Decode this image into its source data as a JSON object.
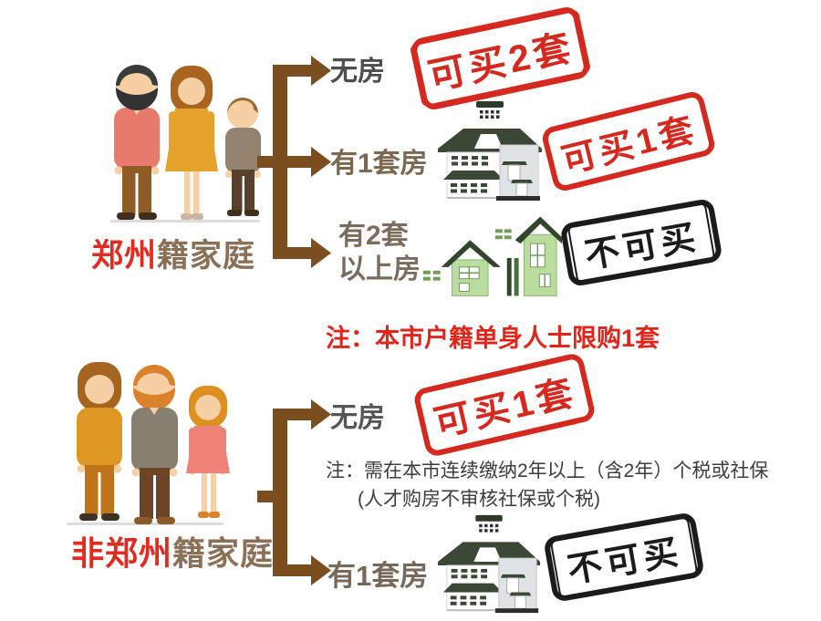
{
  "colors": {
    "stamp_red": "#d5281e",
    "stamp_black": "#1b1b1b",
    "arrow_brown": "#7b4e20",
    "label_highlight_red": "#e02b20",
    "label_brown": "#8a7057",
    "note_red": "#e2251b",
    "note_dark": "#3d3d3d",
    "house_roof_green": "#3c4836",
    "house_light_green": "#badc9e"
  },
  "sections": [
    {
      "id": "zhengzhou",
      "family_label": {
        "highlight": "郑州",
        "rest": "籍家庭"
      },
      "family_icon": "family-dad-mom-boy",
      "branches": [
        {
          "label": "无房",
          "stamp": "可买2套",
          "stamp_type": "red"
        },
        {
          "label": "有1套房",
          "stamp": "可买1套",
          "stamp_type": "red",
          "house": "white-house"
        },
        {
          "label_line1": "有2套",
          "label_line2": "以上房",
          "stamp": "不可买",
          "stamp_type": "black",
          "house": "green-houses"
        }
      ],
      "note": "注：本市户籍单身人士限购1套"
    },
    {
      "id": "non-zhengzhou",
      "family_label": {
        "highlight": "非郑州",
        "rest": "籍家庭"
      },
      "family_icon": "family-mom-dad-girl",
      "branches": [
        {
          "label": "无房",
          "stamp": "可买1套",
          "stamp_type": "red"
        },
        {
          "label": "有1套房",
          "stamp": "不可买",
          "stamp_type": "black",
          "house": "white-house"
        }
      ],
      "note_line1": "注：需在本市连续缴纳2年以上（含2年）个税或社保",
      "note_line2": "(人才购房不审核社保或个税)"
    }
  ]
}
